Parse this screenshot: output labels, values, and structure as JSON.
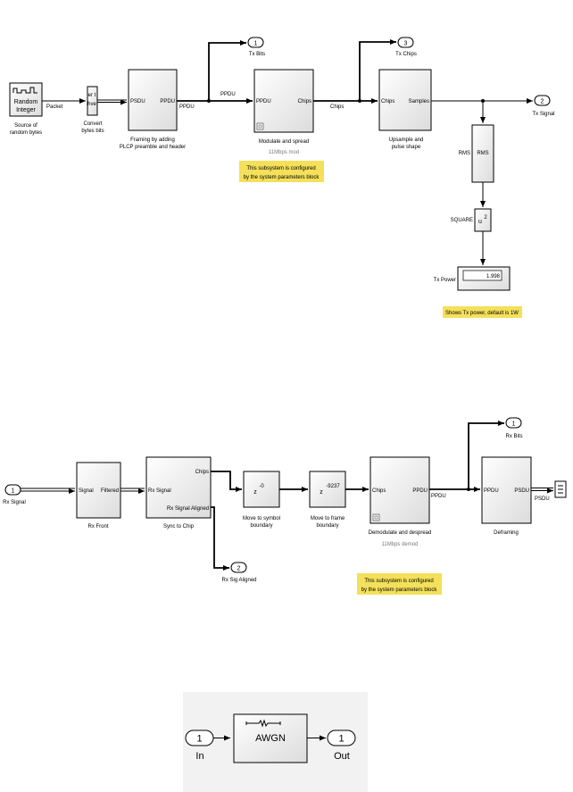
{
  "tx": {
    "random_integer": {
      "label_line1": "Random",
      "label_line2": "Integer",
      "caption_line1": "Source of",
      "caption_line2": "random bytes",
      "out_signal": "Packet"
    },
    "convert": {
      "label_line1": "er t",
      "label_line2": "hve",
      "caption_line1": "Convert",
      "caption_line2": "bytes bits"
    },
    "framing": {
      "in_port": "PSDU",
      "out_port": "PPDU",
      "out_signal": "PPDU",
      "caption_line1": "Framing by adding",
      "caption_line2": "PLCP preamble and header"
    },
    "modulate": {
      "in_signal": "PPDU",
      "in_port": "PPDU",
      "out_port": "Chips",
      "out_signal": "Chips",
      "caption": "Modulate and spread",
      "subcaption": "11Mbps mod"
    },
    "upsample": {
      "in_port": "Chips",
      "out_port": "Samples",
      "caption_line1": "Upsample and",
      "caption_line2": "pulse shape"
    },
    "out_tx_bits": {
      "number": "1",
      "label": "Tx Bits"
    },
    "out_tx_chips": {
      "number": "3",
      "label": "Tx Chips"
    },
    "out_tx_signal": {
      "number": "2",
      "label": "Tx Signal"
    },
    "rms": {
      "label": "RMS",
      "in_signal": "RMS"
    },
    "square": {
      "label": "u",
      "exponent": "2",
      "in_signal": "SQUARE"
    },
    "display": {
      "value": "1.998",
      "in_signal": "Tx Power"
    },
    "note_config": {
      "line1": "This subsystem is configured",
      "line2": "by the system parameters block"
    },
    "note_power": {
      "text": "Shows Tx power, default is 1W"
    }
  },
  "rx": {
    "in_rx_signal": {
      "number": "1",
      "label": "Rx Signal"
    },
    "rx_front": {
      "in_port": "Signal",
      "out_port": "Filtered",
      "caption": "Rx Front"
    },
    "sync": {
      "in_port": "Rx Signal",
      "out_chips": "Chips",
      "out_aligned": "Rx Signal Aligned",
      "caption": "Sync to Chip"
    },
    "delay_symbol": {
      "base": "z",
      "exponent": "-0",
      "caption_line1": "Move to symbol",
      "caption_line2": "boundary"
    },
    "delay_frame": {
      "base": "z",
      "exponent": "-9237",
      "caption_line1": "Move to frame",
      "caption_line2": "boundary"
    },
    "demod": {
      "in_port": "Chips",
      "out_port": "PPDU",
      "out_signal": "PPDU",
      "caption": "Demodulate and despread",
      "subcaption": "11Mbps demod"
    },
    "deframing": {
      "in_port": "PPDU",
      "out_port": "PSDU",
      "out_signal": "PSDU",
      "caption": "Deframing"
    },
    "out_rx_bits": {
      "number": "1",
      "label": "Rx Bits"
    },
    "out_rx_sig_aligned": {
      "number": "2",
      "label": "Rx Sig Aligned"
    },
    "note_config": {
      "line1": "This subsystem is configured",
      "line2": "by the system parameters block"
    }
  },
  "awgn": {
    "in_port": {
      "number": "1",
      "label": "In"
    },
    "block": {
      "label": "AWGN"
    },
    "out_port": {
      "number": "1",
      "label": "Out"
    }
  }
}
